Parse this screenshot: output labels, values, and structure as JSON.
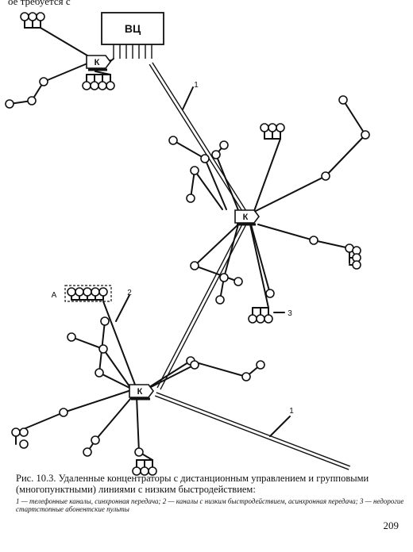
{
  "page": {
    "top_fragment": "ое требуется с      ",
    "page_number": "209"
  },
  "diagram": {
    "computer_center_label": "ВЦ",
    "concentrator_label": "К",
    "callout_1": "1",
    "callout_2": "2",
    "callout_3": "3",
    "group_label": "А"
  },
  "caption": {
    "title": "Рис. 10.3. Удаленные концентраторы с дистанционным управлением и групповыми (многопунктными) линиями с низким быстродействием:",
    "legend": "1 — телефонные каналы, синхронная передача; 2 — каналы с низким быстродействием, асинхронная передача; 3 — недорогие стартстопные абонентские пульты"
  }
}
